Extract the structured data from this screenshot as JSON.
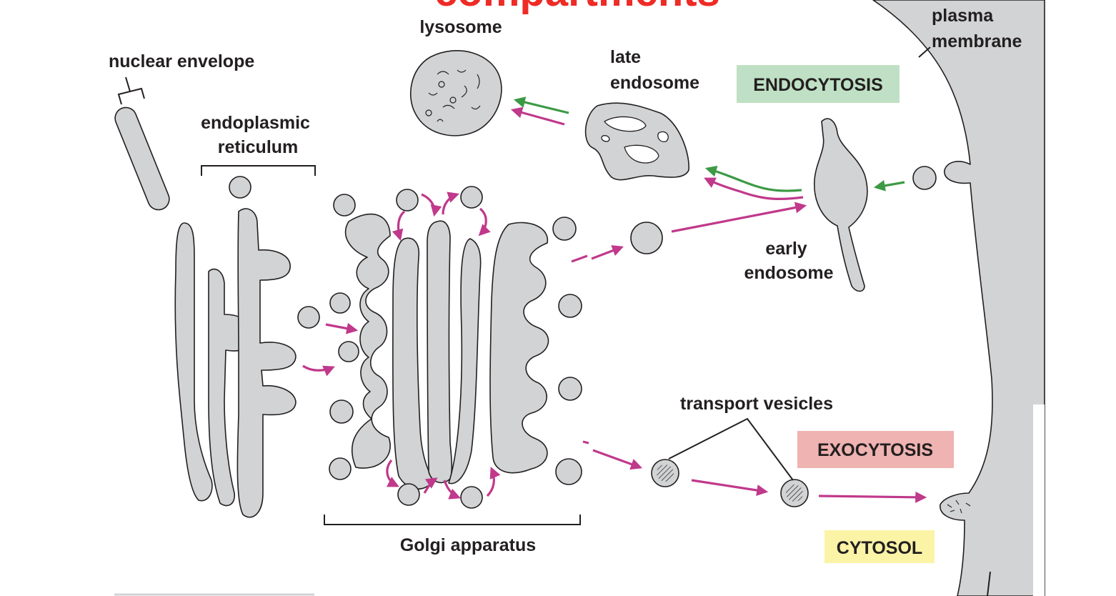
{
  "title": "compartments",
  "colors": {
    "organelle_fill": "#d1d3d4",
    "outline": "#231f20",
    "endocytic_arrow": "#3c9a45",
    "secretory_arrow": "#c0398b",
    "title": "#ee2b26",
    "endocytosis_box": "#bfe0c4",
    "exocytosis_box": "#efb3b1",
    "cytosol_box": "#fbf3a6"
  },
  "labels": {
    "lysosome": "lysosome",
    "nuclear_envelope": "nuclear envelope",
    "endoplasmic_reticulum": [
      "endoplasmic",
      "reticulum"
    ],
    "late_endosome": [
      "late",
      "endosome"
    ],
    "plasma_membrane": [
      "plasma",
      "membrane"
    ],
    "early_endosome": [
      "early",
      "endosome"
    ],
    "transport_vesicles": "transport vesicles",
    "golgi_apparatus": "Golgi apparatus"
  },
  "boxes": {
    "endocytosis": "ENDOCYTOSIS",
    "exocytosis": "EXOCYTOSIS",
    "cytosol": "CYTOSOL"
  },
  "icons": [
    "arrow-head"
  ]
}
